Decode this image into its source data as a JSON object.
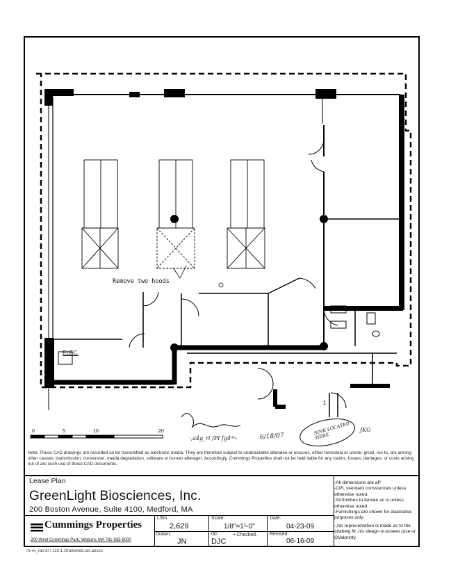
{
  "plan": {
    "annotation_remove": "Remove two hoods",
    "room_elec": "ELEC.",
    "stamp_label": "1",
    "scale_ticks": [
      "0",
      "5",
      "10",
      "20"
    ],
    "handwritten_date": "6/18/07",
    "handwritten_scrawl": "·,a4g_ri /PI fg4ᵗˡᵉ-",
    "circle_note": "SINK LOCATED HERE",
    "circle_initials": "JKG"
  },
  "note_text": "Note: These CAD drawings are recorded            an be transmitted as electronic media. They are therefore subject to undetectable attendee or ensures, either terrestrial or uninte. groat, rue to, are among other causes: transmission, conversion, media degradation, software or human afteragm. Accordingly, Cummings Properties shall not be held liable for any claims, losses, damages, or costs arising out of are such use of these CAD   documents.",
  "title_block": {
    "lease_label": "Lease Plan",
    "company": "GreenLight Biosciences, Inc.",
    "address": "200 Boston Avenue, Suite 4100, Medford, MA",
    "logo_text": "Cummings Properties",
    "logo_address": "200 West Cummings Park, Woburn, MA   781-935-8000",
    "labels": {
      "lsm": "LSm",
      "scale": "Scale:",
      "date": "Date:",
      "drawn": "Drawn:",
      "oo": "00:",
      "checked": "• Checked.",
      "revised": "Revised:"
    },
    "values": {
      "lsm": "2,629",
      "scale": "1/8\"=1¹-0\"",
      "date": "04-23-09",
      "drawn": "JN",
      "oo": "DJC",
      "revised": "06-16-09"
    },
    "notes": [
      "-All dimensions are aP",
      "-CPL standard consvucroes unless otherwise noted.",
      ":All finishes to femain as is unless otherwise noted.",
      "-Furnishings are shown for elastrative purposes only.",
      "-,No representation is made as to the sttabeig M ,nis sleagn or,essees juse or OValprinty."
    ]
  },
  "footer_path": "m:+o_ran:er I 110:1.1frarkerlelLres.aesso"
}
